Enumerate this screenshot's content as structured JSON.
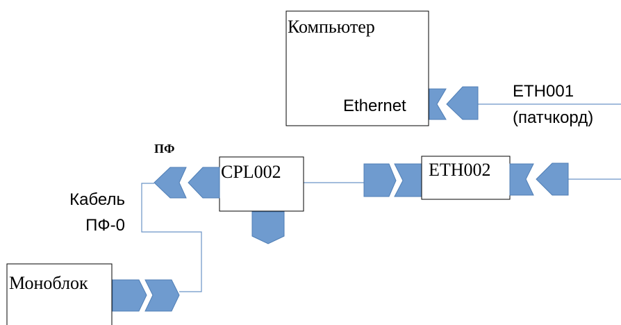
{
  "nodes": {
    "computer": {
      "label": "Компьютер",
      "port_label": "Ethernet"
    },
    "cpl002": {
      "label": "CPL002"
    },
    "eth002": {
      "label": "ETH002"
    },
    "monoblock": {
      "label": "Моноблок"
    }
  },
  "cables": {
    "eth001_line1": "ETH001",
    "eth001_line2": "(патчкорд)",
    "cable_line1": "Кабель",
    "cable_line2": "ПФ-0"
  },
  "port_labels": {
    "pf": "ПФ"
  },
  "colors": {
    "connector_fill": "#6f9bcf",
    "connector_stroke": "#4f7eb5",
    "wire": "#6a93c6"
  }
}
